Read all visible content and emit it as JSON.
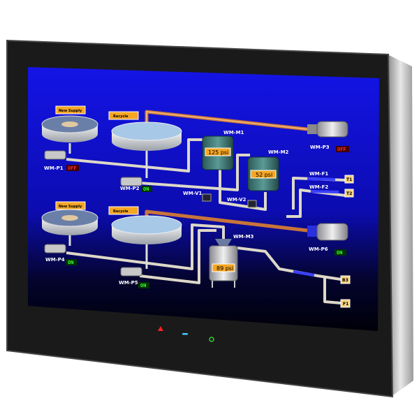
{
  "colors": {
    "screen_top": "#1010e0",
    "screen_bottom": "#000010",
    "bezel": "#1a1a1a",
    "on": "#3cff3c",
    "off": "#ff3030",
    "tag": "#f5a623"
  },
  "upper": {
    "supply_label": "New Supply",
    "recycle_label": "Recycle",
    "pump1": {
      "name": "WM-P1",
      "status": "OFF"
    },
    "pump2": {
      "name": "WM-P2",
      "status": "ON"
    },
    "pump3": {
      "name": "WM-P3",
      "status": "OFF"
    },
    "mixer1": {
      "name": "WM-M1",
      "pressure": "125 psi"
    },
    "mixer2": {
      "name": "WM-M2",
      "pressure": "52 psi"
    },
    "valve1": "WM-V1",
    "valve2": "WM-V2",
    "flow1": "WM-F1",
    "flow2": "WM-F2",
    "tank1": "T1",
    "tank2": "T2"
  },
  "lower": {
    "supply_label": "New Supply",
    "recycle_label": "Recycle",
    "pump4": {
      "name": "WM-P4",
      "status": "ON"
    },
    "pump5": {
      "name": "WM-P5",
      "status": "ON"
    },
    "pump6": {
      "name": "WM-P6",
      "status": "ON"
    },
    "mixer3": {
      "name": "WM-M3",
      "pressure": "89 psi"
    },
    "out1": "B3",
    "out2": "F1"
  },
  "indicators": [
    {
      "icon": "alarm-triangle-icon",
      "color": "#ff2020"
    },
    {
      "icon": "status-dash-icon",
      "color": "#40d0ff"
    },
    {
      "icon": "power-icon",
      "color": "#30ff30"
    }
  ]
}
